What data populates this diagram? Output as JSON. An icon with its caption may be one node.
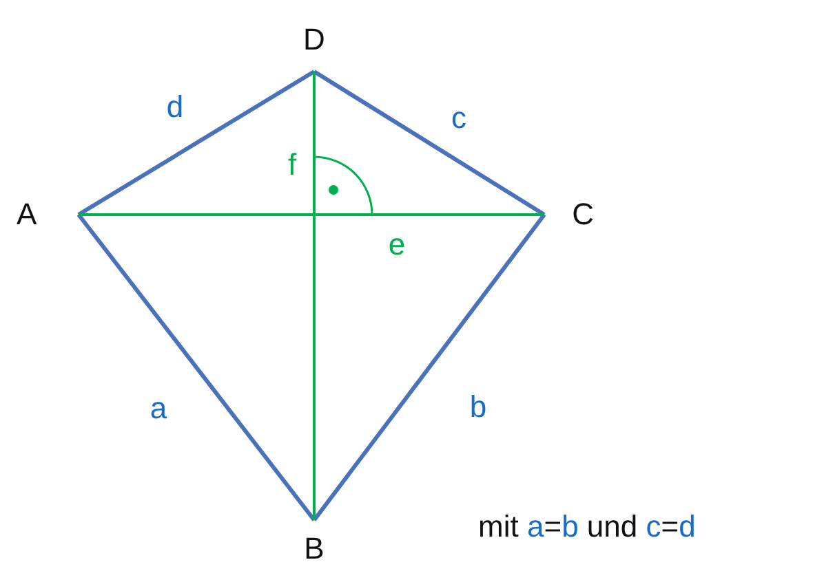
{
  "diagram": {
    "nodes": [
      {
        "text": [
          "A"
        ]
      },
      {
        "text": [
          "B"
        ]
      },
      {
        "text": [
          "C"
        ]
      },
      {
        "text": [
          "D"
        ]
      }
    ],
    "edges": [
      {
        "from": 0,
        "to": 3,
        "arrow": "none",
        "label": "d"
      },
      {
        "from": 3,
        "to": 2,
        "arrow": "none",
        "label": "c"
      },
      {
        "from": 0,
        "to": 1,
        "arrow": "none",
        "label": "a"
      },
      {
        "from": 2,
        "to": 1,
        "arrow": "none",
        "label": "b"
      },
      {
        "from": 0,
        "to": 2,
        "arrow": "none",
        "label": "e",
        "color": "#00b050"
      },
      {
        "from": 3,
        "to": 1,
        "arrow": "none",
        "label": "f",
        "color": "#00b050"
      }
    ],
    "labels": [
      "mit a=b und c=d"
    ]
  }
}
